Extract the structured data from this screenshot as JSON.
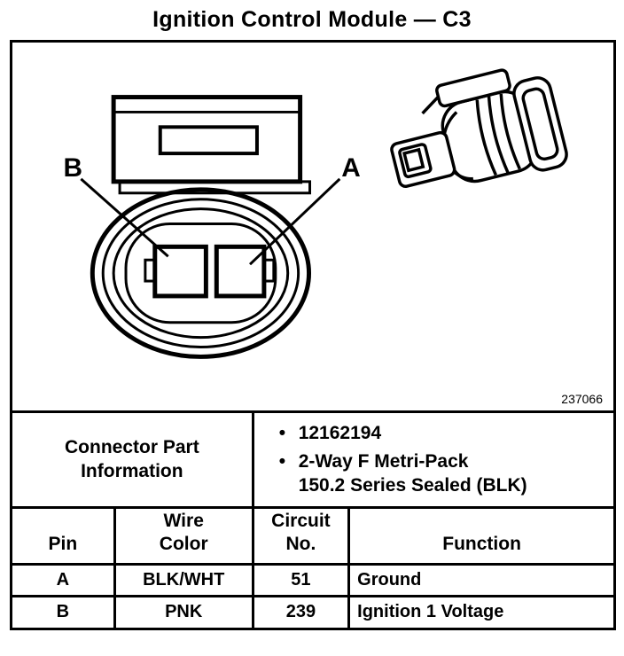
{
  "title": "Ignition Control Module — C3",
  "figure_number": "237066",
  "diagram": {
    "pin_label_a": "A",
    "pin_label_b": "B"
  },
  "part_info": {
    "label": "Connector Part\nInformation",
    "bullet_char": "•",
    "bullets": [
      "12162194",
      "2-Way F Metri-Pack\n150.2 Series Sealed (BLK)"
    ]
  },
  "table": {
    "headers": {
      "pin": "Pin",
      "wire_color": "Wire\nColor",
      "circuit_no": "Circuit\nNo.",
      "function": "Function"
    },
    "rows": [
      {
        "pin": "A",
        "wire_color": "BLK/WHT",
        "circuit_no": "51",
        "function": "Ground"
      },
      {
        "pin": "B",
        "wire_color": "PNK",
        "circuit_no": "239",
        "function": "Ignition 1 Voltage"
      }
    ]
  }
}
